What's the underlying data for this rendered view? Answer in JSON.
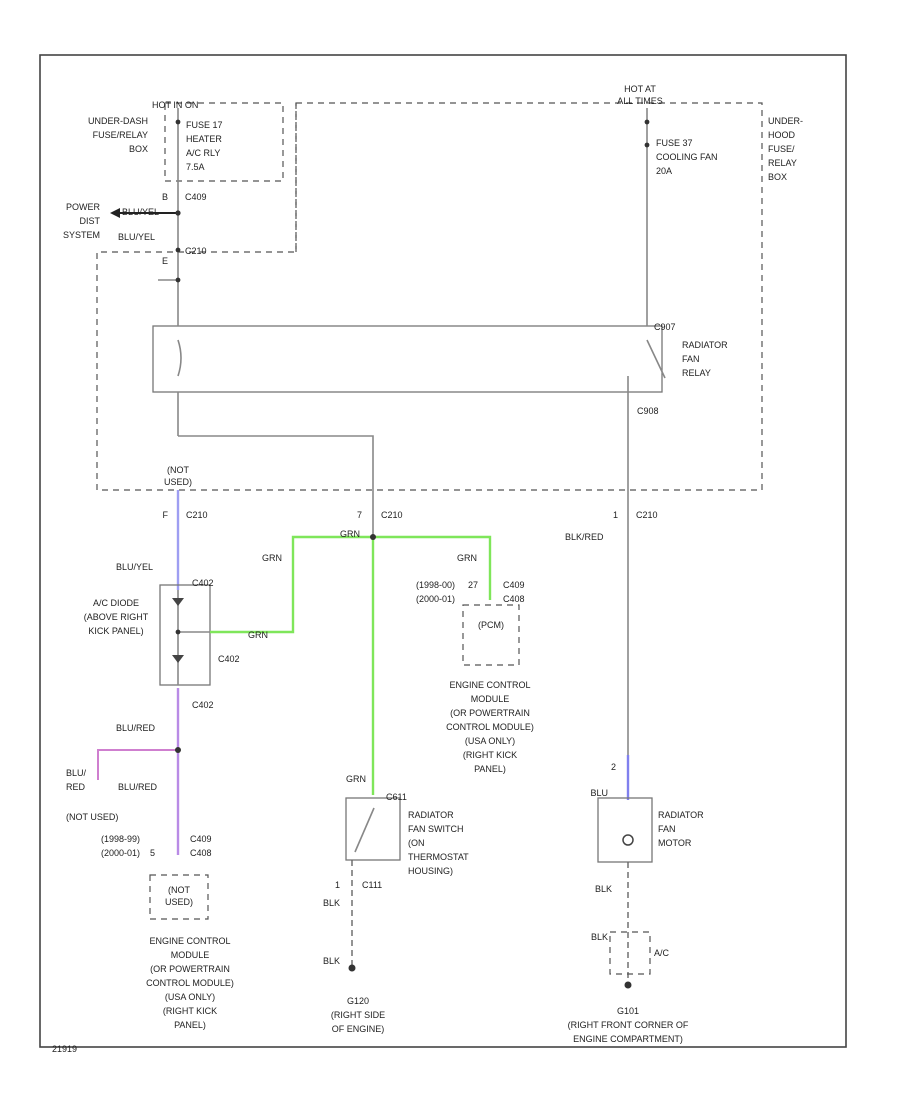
{
  "colors": {
    "wire_grn": "#7fe65a",
    "wire_blu_yel": "#9e9ef2",
    "wire_blu_red": "#b98be6",
    "wire_blu_red_branch": "#cf7fcf",
    "wire_blu": "#8080ee",
    "wire_default": "#888888",
    "frame": "#444444"
  },
  "labels": {
    "uh_fuse_box": [
      "UNDER-DASH",
      "FUSE/RELAY",
      "BOX"
    ],
    "hot_in_on": "HOT IN ON",
    "fuse17": [
      "FUSE 17",
      "HEATER",
      "A/C RLY",
      "7.5A"
    ],
    "power_dist": [
      "POWER",
      "DIST",
      "SYSTEM"
    ],
    "c409_top": "C409",
    "c210_top": "C210",
    "pin_b": "B",
    "pin_e": "E",
    "blu_yel_1": "BLU/YEL",
    "blu_yel_2": "BLU/YEL",
    "hot_at_all_times": [
      "HOT AT",
      "ALL TIMES"
    ],
    "fuse37": [
      "FUSE 37",
      "COOLING FAN",
      "20A"
    ],
    "uh_relay_box": [
      "UNDER-",
      "HOOD",
      "FUSE/",
      "RELAY",
      "BOX"
    ],
    "relay_conn": "C907",
    "radiator_fan_relay": [
      "RADIATOR",
      "FAN",
      "RELAY"
    ],
    "c908": "C908",
    "not_used_top": [
      "(NOT",
      "USED)"
    ],
    "c210_a": "C210",
    "c210_b": "C210",
    "c210_c": "C210",
    "pin_f": "F",
    "pin_7": "7",
    "pin_2": "2",
    "pin_1": "1",
    "pin_27": "27",
    "pin_5": "5",
    "blu_yel_3": "BLU/YEL",
    "grn_1": "GRN",
    "grn_2": "GRN",
    "grn_3": "GRN",
    "grn_4": "GRN",
    "grn_5": "GRN",
    "blk_red": "BLK/RED",
    "ac_diode": [
      "A/C DIODE",
      "(ABOVE RIGHT",
      "KICK PANEL)"
    ],
    "c402_a": "C402",
    "c402_b": "C402",
    "c402_c": "C402",
    "ecm_years_a": [
      "(1998-00)",
      "(2000-01)"
    ],
    "ecm_c409": "C409",
    "ecm_c408": "C408",
    "pcm_box": "(PCM)",
    "ecm_mid": [
      "ENGINE CONTROL",
      "MODULE",
      "(OR POWERTRAIN",
      "CONTROL MODULE)",
      "(USA ONLY)",
      "(RIGHT KICK",
      "PANEL)"
    ],
    "blu_red_1": "BLU/RED",
    "blu_red_2": "BLU/RED",
    "blu_red_side": [
      "BLU/",
      "RED"
    ],
    "not_used_left": "(NOT USED)",
    "ecm_years_b": [
      "(1998-99)",
      "(2000-01)"
    ],
    "ecm_c409_b": "C409",
    "ecm_c408_b": "C408",
    "not_used_box": [
      "(NOT",
      "USED)"
    ],
    "ecm_left": [
      "ENGINE CONTROL",
      "MODULE",
      "(OR POWERTRAIN",
      "CONTROL MODULE)",
      "(USA ONLY)",
      "(RIGHT KICK",
      "PANEL)"
    ],
    "c611": "C611",
    "fan_switch": [
      "RADIATOR",
      "FAN SWITCH",
      "(ON",
      "THERMOSTAT",
      "HOUSING)"
    ],
    "c111": "C111",
    "blk_1": "BLK",
    "blk_2": "BLK",
    "g120": [
      "G120",
      "(RIGHT SIDE",
      "OF ENGINE)"
    ],
    "blu_fan": "BLU",
    "fan_motor": [
      "RADIATOR",
      "FAN",
      "MOTOR"
    ],
    "blk_3": "BLK",
    "blk_4": "BLK",
    "ac_cap": "A/C",
    "g101": [
      "G101",
      "(RIGHT FRONT CORNER OF",
      "ENGINE COMPARTMENT)"
    ],
    "footer_code": "21919"
  }
}
